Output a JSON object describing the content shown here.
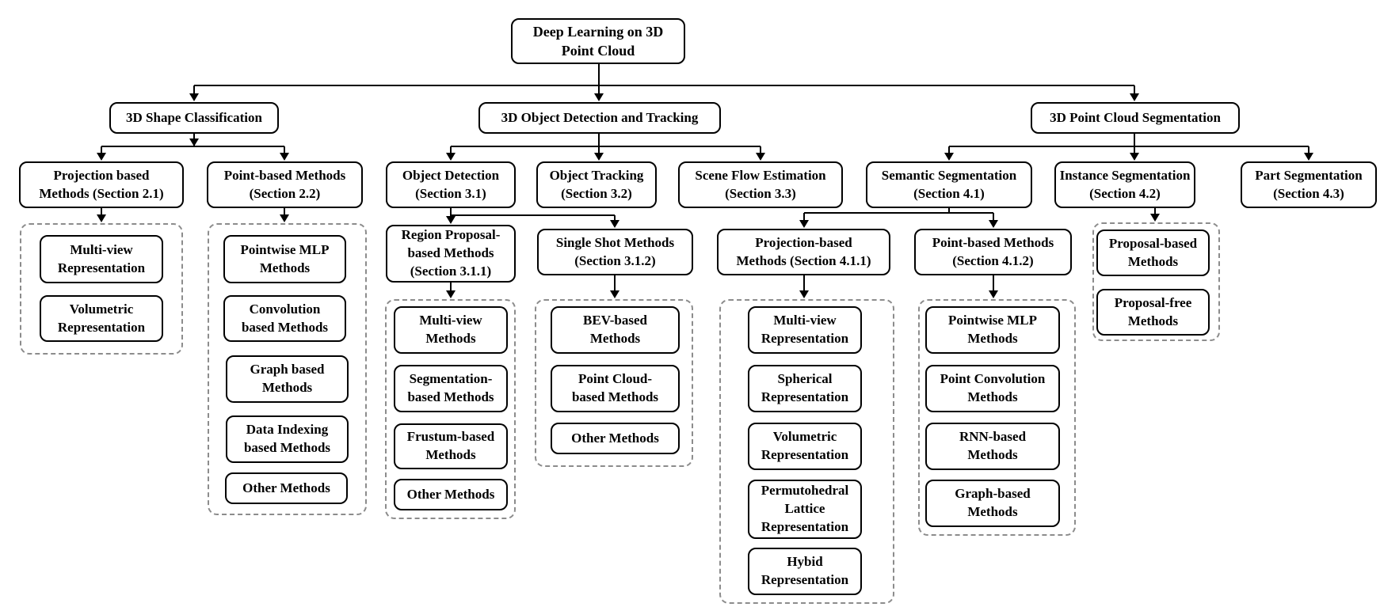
{
  "diagram": {
    "root": "Deep Learning on 3D\nPoint Cloud",
    "classification": {
      "label": "3D Shape Classification",
      "projection": "Projection based\nMethods (Section 2.1)",
      "projection_items": [
        "Multi-view\nRepresentation",
        "Volumetric\nRepresentation"
      ],
      "point": "Point-based Methods\n(Section 2.2)",
      "point_items": [
        "Pointwise MLP\nMethods",
        "Convolution\nbased Methods",
        "Graph based\nMethods",
        "Data Indexing\nbased Methods",
        "Other Methods"
      ]
    },
    "detection": {
      "label": "3D Object Detection and Tracking",
      "object_detection": "Object Detection\n(Section 3.1)",
      "region_proposal": "Region Proposal-\nbased Methods\n(Section 3.1.1)",
      "region_items": [
        "Multi-view\nMethods",
        "Segmentation-\nbased Methods",
        "Frustum-based\nMethods",
        "Other Methods"
      ],
      "single_shot": "Single Shot Methods\n(Section 3.1.2)",
      "single_items": [
        "BEV-based\nMethods",
        "Point Cloud-\nbased Methods",
        "Other Methods"
      ],
      "object_tracking": "Object Tracking\n(Section 3.2)",
      "scene_flow": "Scene Flow Estimation\n(Section 3.3)"
    },
    "segmentation": {
      "label": "3D Point Cloud Segmentation",
      "semantic": "Semantic Segmentation\n(Section 4.1)",
      "sem_projection": "Projection-based\nMethods (Section 4.1.1)",
      "sem_projection_items": [
        "Multi-view\nRepresentation",
        "Spherical\nRepresentation",
        "Volumetric\nRepresentation",
        "Permutohedral\nLattice\nRepresentation",
        "Hybid\nRepresentation"
      ],
      "sem_point": "Point-based Methods\n(Section 4.1.2)",
      "sem_point_items": [
        "Pointwise MLP\nMethods",
        "Point Convolution\nMethods",
        "RNN-based\nMethods",
        "Graph-based\nMethods"
      ],
      "instance": "Instance Segmentation\n(Section 4.2)",
      "instance_items": [
        "Proposal-based\nMethods",
        "Proposal-free\nMethods"
      ],
      "part": "Part Segmentation\n(Section 4.3)"
    }
  }
}
